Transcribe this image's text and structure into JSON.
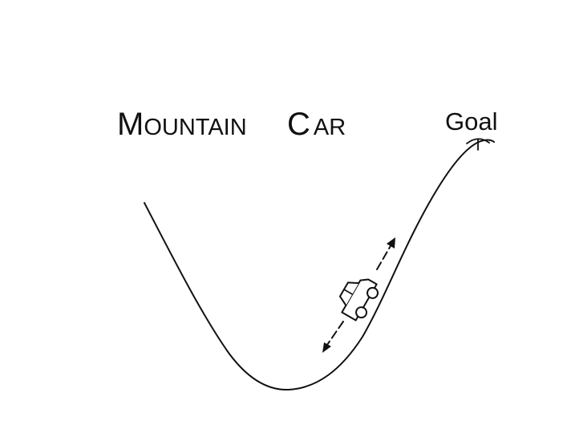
{
  "title": {
    "word1_initial": "M",
    "word1_rest": "OUNTAIN",
    "word2_initial": "C",
    "word2_rest": "AR"
  },
  "goal_label": "Goal",
  "colors": {
    "ink": "#111111",
    "background": "#ffffff"
  }
}
